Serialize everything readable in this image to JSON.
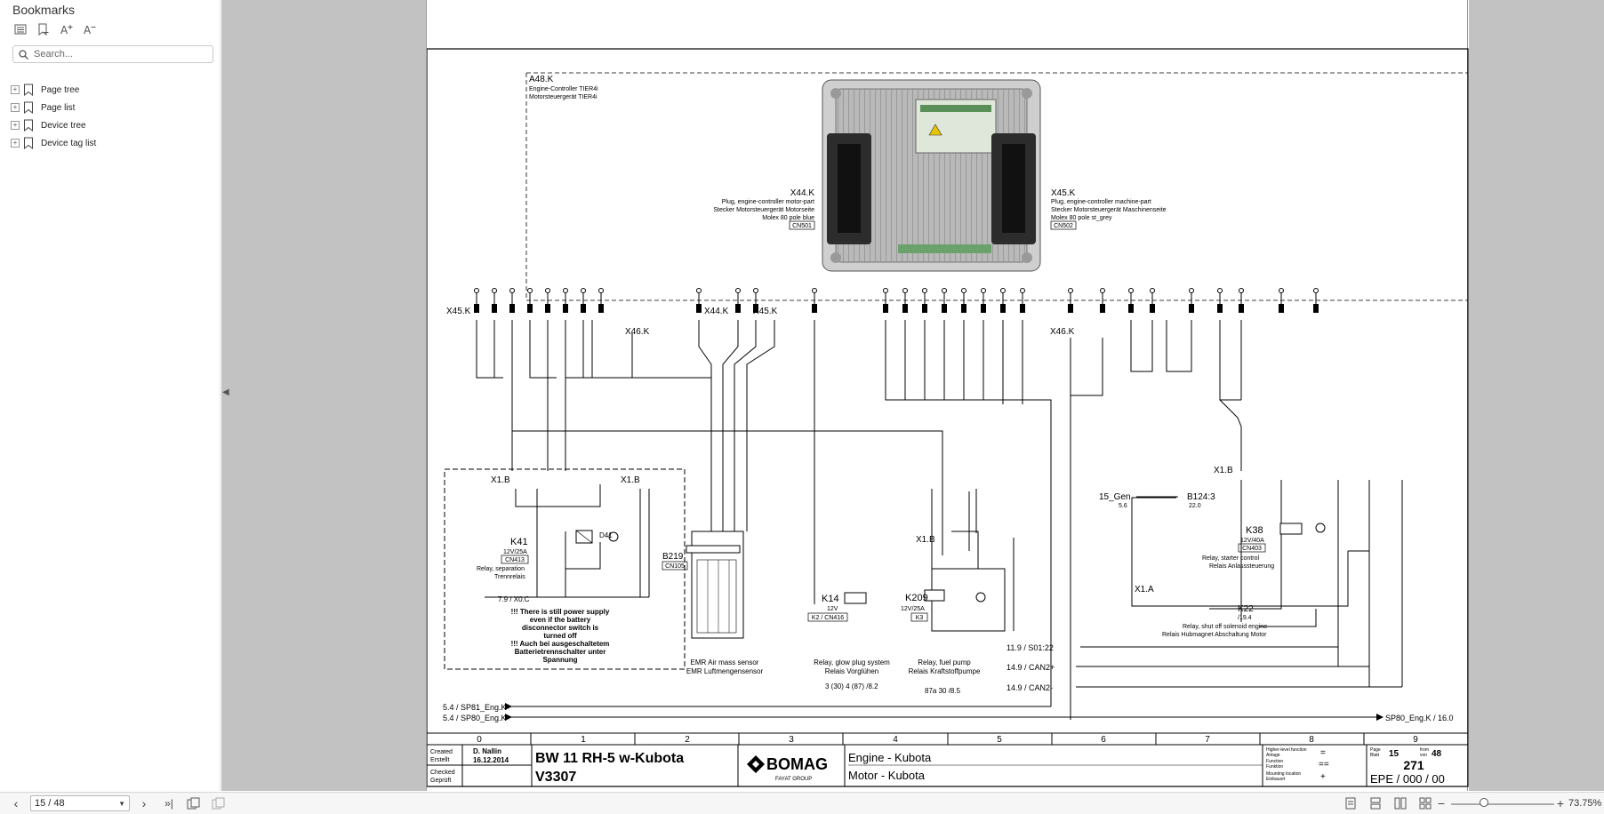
{
  "sidebar": {
    "title": "Bookmarks",
    "search_placeholder": "Search...",
    "tools": [
      "list-icon",
      "bookmark-add-icon",
      "font-increase-icon",
      "font-decrease-icon"
    ],
    "items": [
      {
        "label": "Page tree"
      },
      {
        "label": "Page list"
      },
      {
        "label": "Device tree"
      },
      {
        "label": "Device tag list"
      }
    ]
  },
  "schematic": {
    "a48": {
      "tag": "A48.K",
      "line1": "Engine-Controller TIER4i",
      "line2": "Motorsteuergerät TIER4i"
    },
    "x44": {
      "tag": "X44.K",
      "l1": "Plug, engine-controller motor-part",
      "l2": "Stecker Motorsteuergerät Motorseite",
      "l3": "Molex 80 pole blue",
      "box": "CN501"
    },
    "x45": {
      "tag": "X45.K",
      "l1": "Plug, engine-controller machine-part",
      "l2": "Stecker Motorsteuergerät Maschinenseite",
      "l3": "Molex 80 pole st_grey",
      "box": "CN502"
    },
    "conn_labels": {
      "x45k": "X45.K",
      "x44k": "X44.K",
      "x45k2": "X45.K",
      "x46k": "X46.K",
      "x46k2": "X46.K",
      "x1b": "X1.B",
      "x1b2": "X1.B",
      "x1b3": "X1.B",
      "x1b4": "X1.B",
      "x1a": "X1.A"
    },
    "k41": {
      "tag": "K41",
      "rating": "12V/25A",
      "box": "CN413",
      "l1": "Relay, separation",
      "l2": "Trennrelais"
    },
    "warning": [
      "!!! There is still power supply",
      "even if the battery",
      "disconnector switch is",
      "turned off",
      "!!! Auch bei ausgeschaltetem",
      "Batterietrennschalter unter",
      "Spannung"
    ],
    "b219": {
      "tag": "B219",
      "box": "CN105",
      "l1": "EMR Air mass sensor",
      "l2": "EMR Luftmengensensor"
    },
    "k14": {
      "tag": "K14",
      "rating": "12V",
      "box": "K2 / CN416",
      "l1": "Relay, glow plug system",
      "l2": "Relais Vorglühen",
      "ref": "3 (30)  4 (87) /8.2"
    },
    "k209": {
      "tag": "K209",
      "rating": "12V/25A",
      "box": "K3",
      "l1": "Relay, fuel pump",
      "l2": "Relais Kraftstoffpumpe",
      "ref": "87a  30 /8.5"
    },
    "k38": {
      "tag": "K38",
      "rating": "12V/40A",
      "box": "CN403",
      "l1": "Relay, starter control",
      "l2": "Relais Anlasssteuerung"
    },
    "k22": {
      "tag": "K22",
      "ref": "/19.4",
      "l1": "Relay, shut off solenoid engine",
      "l2": "Relais Hubmagnet Abschaltung Motor"
    },
    "gen": {
      "a": "15_Gen",
      "a_ref": "5.6",
      "b": "B124:3",
      "b_ref": "22.0"
    },
    "signals": {
      "x0c": "7.9 / X0.C",
      "s01": "11.9 / S01:22",
      "can2p": "14.9 / CAN2+",
      "can2m": "14.9 / CAN2-",
      "sp81": "5.4 / SP81_Eng.K",
      "sp80": "5.4 / SP80_Eng.K",
      "sp80r": "SP80_Eng.K / 16.0"
    }
  },
  "titleblock": {
    "columns": [
      "0",
      "1",
      "2",
      "3",
      "4",
      "5",
      "6",
      "7",
      "8",
      "9"
    ],
    "created_label": "Created",
    "created_label_de": "Erstellt",
    "checked_label": "Checked",
    "checked_label_de": "Geprüft",
    "author": "D. Nallin",
    "date": "16.12.2014",
    "project_line1": "BW 11 RH-5 w-Kubota",
    "project_line2": "V3307",
    "brand": "BOMAG",
    "brand_sub": "FAYAT GROUP",
    "desc_line1": "Engine - Kubota",
    "desc_line2": "Motor - Kubota",
    "higher_level": "Higher-level function",
    "anlage": "Anlage",
    "function": "Function",
    "funktion": "Funktion",
    "mounting": "Mounting location",
    "einbauort": "Einbauort",
    "eq1": "=",
    "eq2": "==",
    "plus": "+",
    "page_label": "Page",
    "blatt_label": "Blatt",
    "page_num": "15",
    "from_label": "from",
    "von_label": "von",
    "page_total": "48",
    "doc_num": "271",
    "doc_code": "EPE / 000 / 00"
  },
  "statusbar": {
    "page_value": "15 / 48",
    "zoom": "73.75%"
  }
}
